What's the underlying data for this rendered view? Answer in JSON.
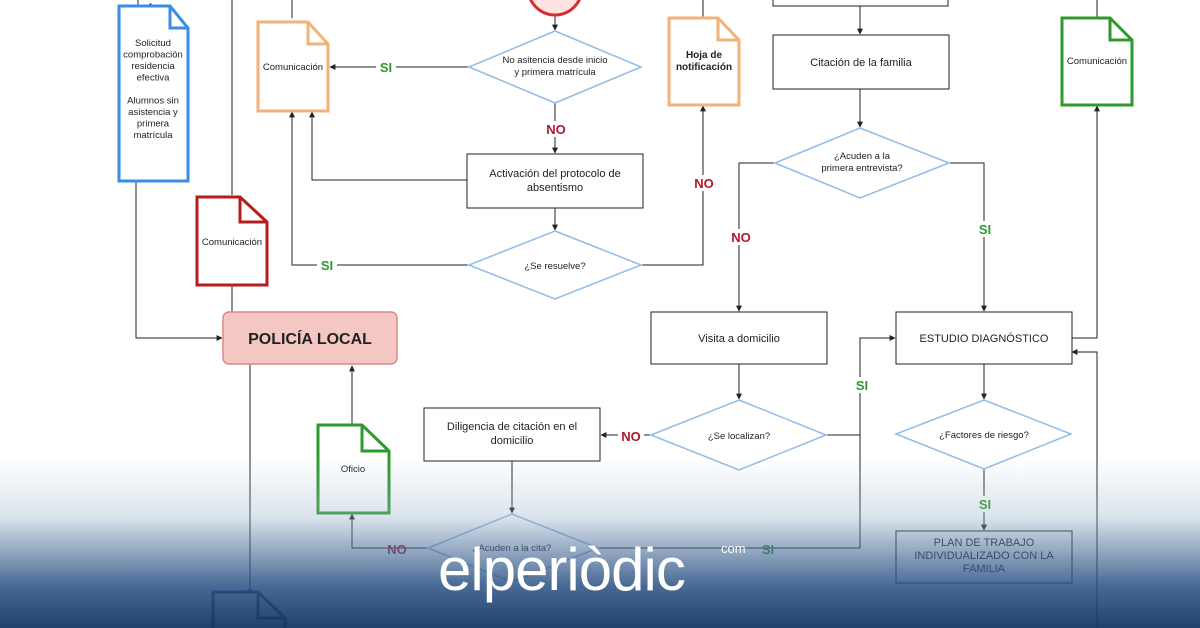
{
  "nodes": {
    "doc_solicitud": "Solicitud comprobación residencia efectiva\n\nAlumnos sin asistencia y primera matrícula",
    "doc_comunicacion_orange": "Comunicación",
    "doc_comunicacion_red": "Comunicación",
    "doc_comunicacion_green": "Comunicación",
    "doc_hoja": "Hoja de notificación",
    "doc_oficio": "Oficio",
    "dec_no_asistencia": "No asitencia desde inicio\ny primera matrícula",
    "proc_activacion": "Activación del protocolo de\nabsentismo",
    "dec_se_resuelve": "¿Se resuelve?",
    "proc_policia": "POLICÍA LOCAL",
    "proc_citacion_familia": "Citación de la familia",
    "dec_acuden_primera": "¿Acuden a la\nprimera entrevista?",
    "proc_visita": "Visita a domicilio",
    "proc_estudio": "ESTUDIO DIAGNÓSTICO",
    "dec_se_localizan": "¿Se localizan?",
    "proc_diligencia": "Diligencia de citación en el\ndomicilio",
    "dec_factores": "¿Factores de riesgo?",
    "proc_plan": "PLAN DE TRABAJO\nINDIVIDUALIZADO CON LA\nFAMILIA",
    "dec_acuden_cita": "¿Acuden a la cita?"
  },
  "edge_labels": {
    "si_comunicacion": "SI",
    "no_activacion": "NO",
    "no_hoja": "NO",
    "si_resuelve": "SI",
    "no_visita": "NO",
    "si_estudio": "SI",
    "si_localizan": "SI",
    "no_diligencia": "NO",
    "si_factores": "SI",
    "no_oficio": "NO",
    "si_cita": "SI"
  },
  "brand": {
    "name": "elperiòdic",
    "suffix": "com"
  },
  "colors": {
    "blue": "#3a8ee6",
    "orange": "#f2b37a",
    "red": "#b71c1c",
    "green": "#2e9a2e",
    "navy": "#2c3e66",
    "police_fill": "#f4c7c3",
    "police_stroke": "#d98a85",
    "diamond": "#8fbcea",
    "yes": "#2e9a2e",
    "no": "#b3172b"
  }
}
